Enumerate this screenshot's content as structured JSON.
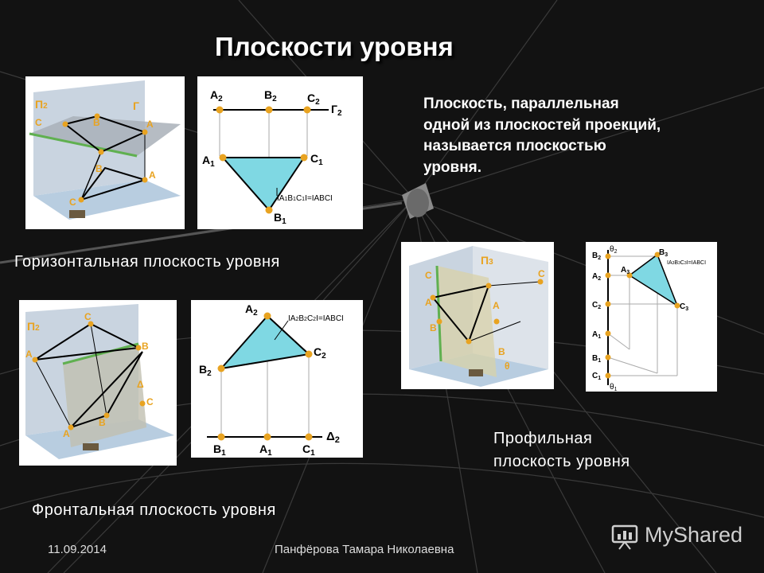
{
  "slide": {
    "title": "Плоскости уровня",
    "definition_lines": [
      "Плоскость, параллельная",
      "одной из плоскостей проекций,",
      "называется плоскостью",
      "уровня."
    ]
  },
  "captions": {
    "horizontal": "Горизонтальная плоскость уровня",
    "frontal": "Фронтальная плоскость уровня",
    "profile_lines": [
      "Профильная",
      "плоскость уровня"
    ]
  },
  "footer": {
    "date": "11.09.2014",
    "author": "Панфёрова Тамара Николаевна"
  },
  "watermark": {
    "text": "MyShared",
    "icon": "presentation-board-icon"
  },
  "colors": {
    "fill": "#7fd8e3",
    "point": "#e8a321",
    "trace": "#60b050",
    "background": "#121212"
  },
  "horizontal_epure": {
    "labels": {
      "a2": "A",
      "b2": "B",
      "c2": "C",
      "a1": "A",
      "b1": "B",
      "c1": "C",
      "gamma": "Г",
      "sub1": "1",
      "sub2": "2"
    },
    "formula": {
      "main": "IA",
      "s1": "1",
      "b": "B",
      "s2": "1",
      "c": "C",
      "s3": "1",
      "end": "I=IABCI"
    }
  },
  "frontal_epure": {
    "labels": {
      "a2": "A",
      "b2": "B",
      "c2": "C",
      "a1": "A",
      "b1": "B",
      "c1": "C",
      "delta": "Δ",
      "sub1": "1",
      "sub2": "2"
    },
    "formula": {
      "main": "IA",
      "s1": "2",
      "b": "B",
      "s2": "2",
      "c": "C",
      "s3": "2",
      "end": "I=IABCI"
    }
  },
  "profile_epure": {
    "labels": {
      "b2": "B",
      "a2": "A",
      "c2": "C",
      "a1": "A",
      "b1": "B",
      "c1": "C",
      "a3": "A",
      "b3": "B",
      "c3": "C",
      "theta2": "θ",
      "theta1": "θ",
      "sub1": "1",
      "sub2": "2",
      "sub3": "3"
    },
    "formula": {
      "main": "IA",
      "s1": "3",
      "b": "B",
      "s2": "3",
      "c": "C",
      "s3": "3",
      "end": "I=IABCI"
    }
  },
  "horizontal_3d": {
    "labels": {
      "pi2": "П",
      "s2": "2",
      "gamma": "Г",
      "c": "C",
      "b": "B",
      "a": "A",
      "a1": "A",
      "c1": "C",
      "b1": "B"
    }
  },
  "frontal_3d": {
    "labels": {
      "pi2": "П",
      "s2": "2",
      "c": "C",
      "a": "A",
      "b": "B",
      "delta": "Δ",
      "a1": "A",
      "b1": "B",
      "c1": "C"
    }
  },
  "profile_3d": {
    "labels": {
      "pi": "П",
      "s3": "3",
      "c": "C",
      "a": "A",
      "b": "B",
      "a3": "A",
      "c3": "C",
      "b3": "B",
      "theta": "θ"
    }
  }
}
